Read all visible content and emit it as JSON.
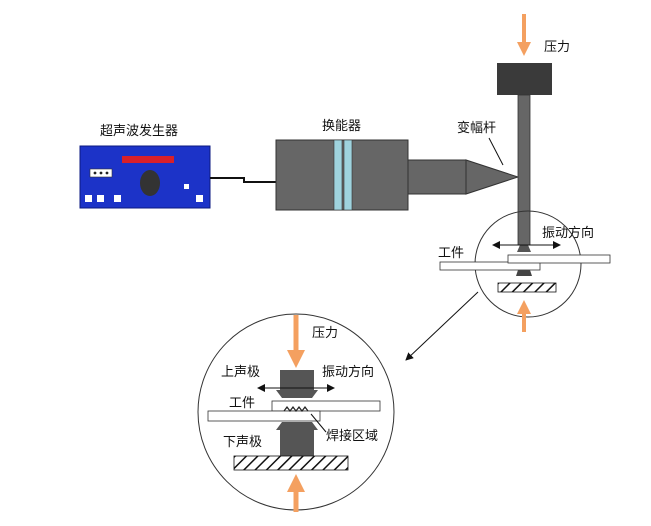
{
  "labels": {
    "generator": "超声波发生器",
    "transducer": "换能器",
    "horn": "变幅杆",
    "pressure_top": "压力",
    "vibration_top": "振动方向",
    "workpiece_top": "工件",
    "pressure_detail": "压力",
    "upper_electrode": "上声极",
    "vibration_detail": "振动方向",
    "workpiece_detail": "工件",
    "lower_electrode": "下声极",
    "weld_zone": "焊接区域"
  },
  "colors": {
    "generator_body": "#1c33c8",
    "generator_bar": "#d9202a",
    "metal": "#666666",
    "dark_metal": "#3a3a3a",
    "piezo": "#9fd3de",
    "pressure_arrow": "#f4a060",
    "line": "#111111"
  }
}
